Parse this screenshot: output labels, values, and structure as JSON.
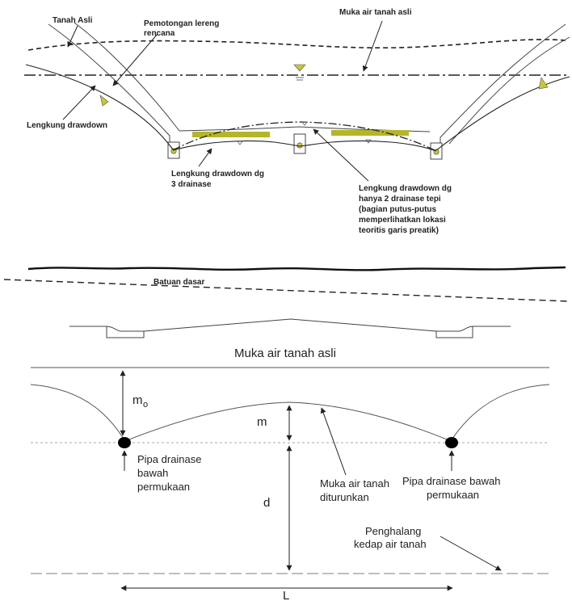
{
  "top": {
    "labels": {
      "tanah_asli": "Tanah Asli",
      "pemotongan_1": "Pemotongan lereng",
      "pemotongan_2": "rencana",
      "muka_air_asli": "Muka air tanah asli",
      "lengkung_drawdown": "Lengkung drawdown",
      "drawdown_3_1": "Lengkung drawdown dg",
      "drawdown_3_2": "3 drainase",
      "drawdown_2_1": "Lengkung drawdown dg",
      "drawdown_2_2": "hanya 2 drainase tepi",
      "drawdown_2_3": "(bagian putus-putus",
      "drawdown_2_4": "memperlihatkan lokasi",
      "drawdown_2_5": "teoritis garis preatik)",
      "batuan_dasar": "Batuan dasar"
    },
    "colors": {
      "pavement": "#b5b52a",
      "marker": "#c8c832"
    }
  },
  "bottom": {
    "labels": {
      "muka_air_asli": "Muka air tanah asli",
      "m_o": "m",
      "m_o_sub": "o",
      "m": "m",
      "d": "d",
      "L": "L",
      "pipa_left_1": "Pipa drainase",
      "pipa_left_2": "bawah",
      "pipa_left_3": "permukaan",
      "muka_turun_1": "Muka air tanah",
      "muka_turun_2": "diturunkan",
      "pipa_right_1": "Pipa drainase bawah",
      "pipa_right_2": "permukaan",
      "penghalang_1": "Penghalang",
      "penghalang_2": "kedap air tanah"
    }
  }
}
